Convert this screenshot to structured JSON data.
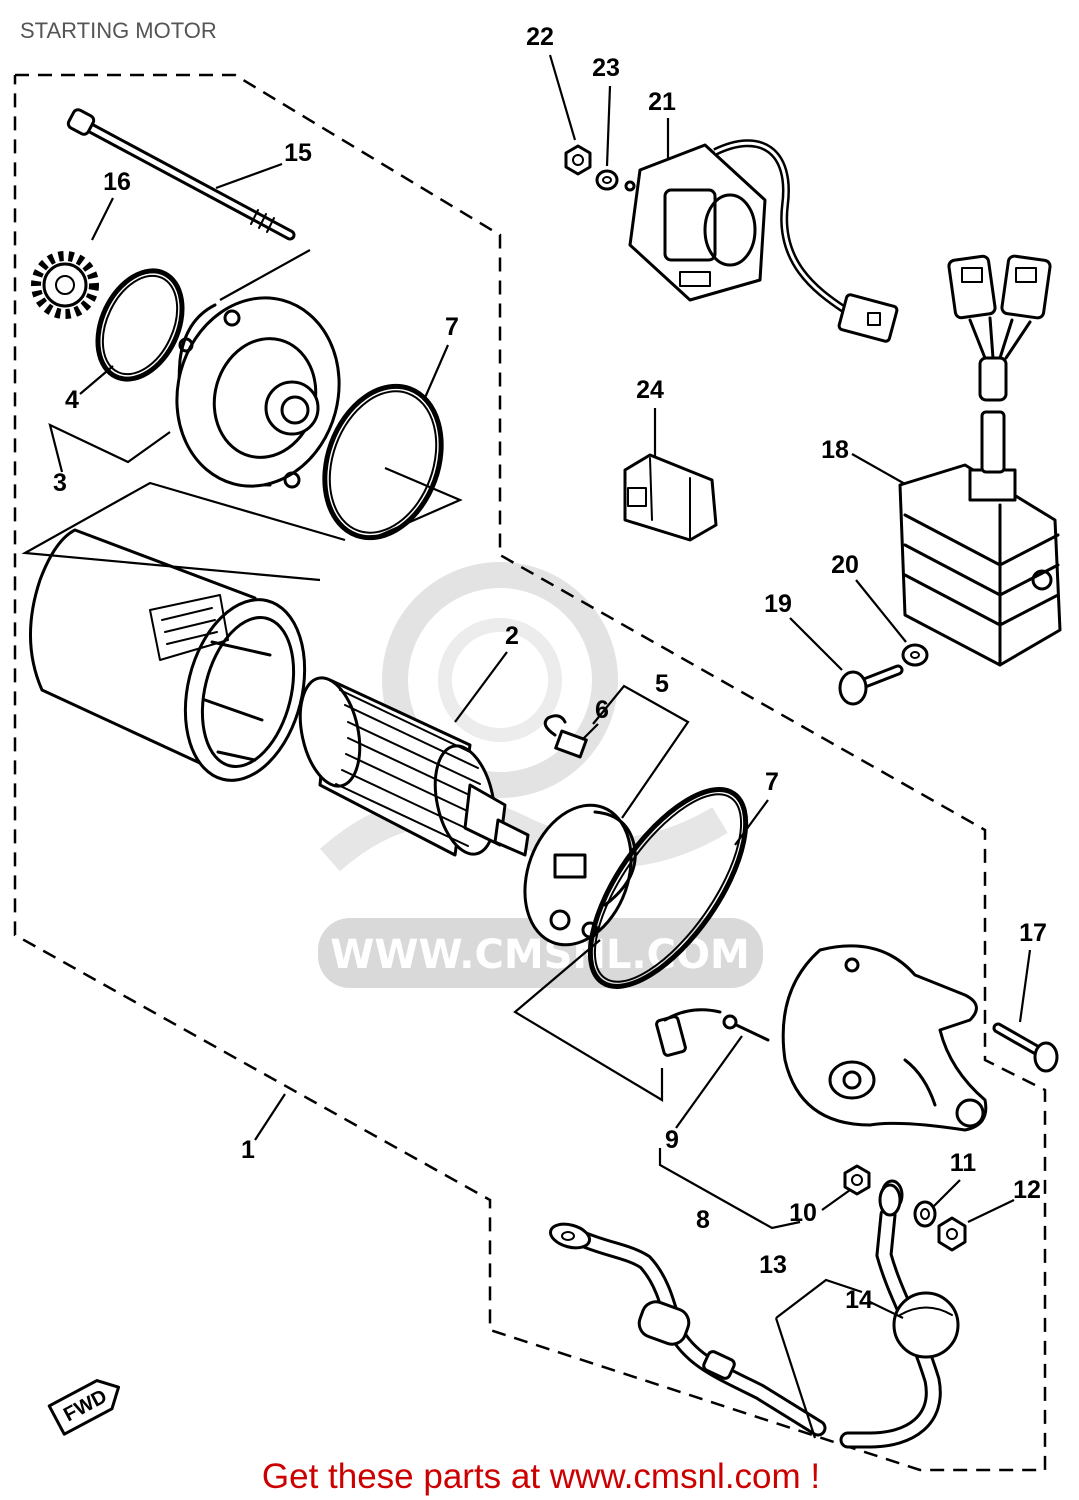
{
  "header": {
    "title": "STARTING MOTOR"
  },
  "callouts": [
    "22",
    "23",
    "21",
    "15",
    "16",
    "7",
    "4",
    "3",
    "24",
    "18",
    "20",
    "19",
    "2",
    "5",
    "6",
    "7",
    "17",
    "1",
    "9",
    "11",
    "12",
    "10",
    "8",
    "13",
    "14"
  ],
  "fwd_mark": "FWD",
  "watermark": {
    "text": "WWW.CMSNL.COM"
  },
  "footer": {
    "text": "Get these parts at www.cmsnl.com !"
  },
  "colors": {
    "ink": "#000000",
    "footer": "#cc0000",
    "title": "#555555",
    "watermark": "#d9d9d9"
  },
  "icons": {
    "direction": "fwd-arrow-icon"
  }
}
